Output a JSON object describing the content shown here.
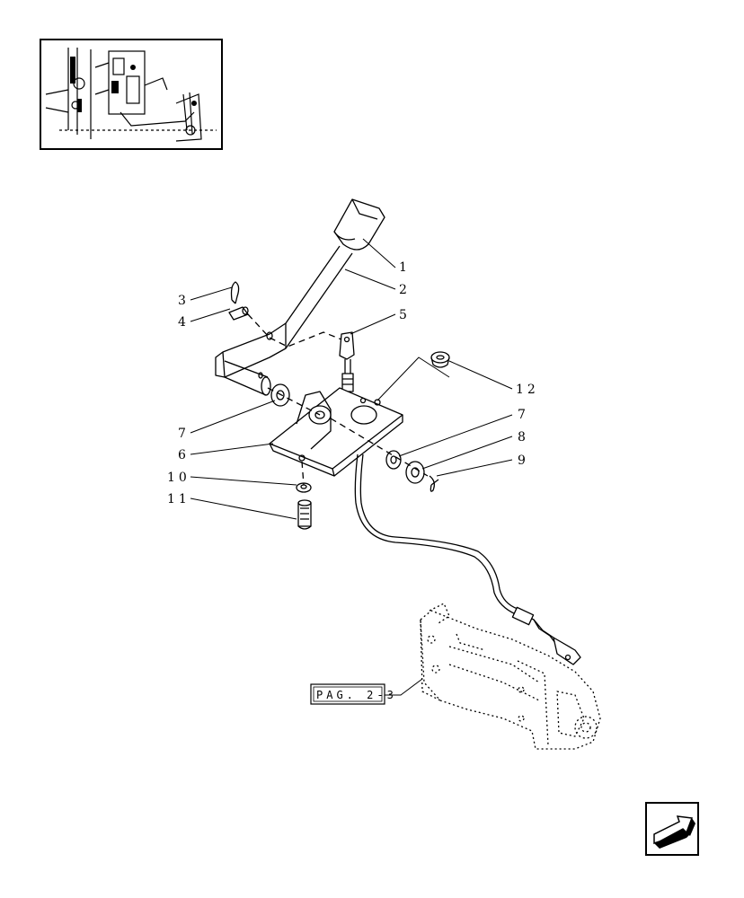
{
  "callouts": {
    "c1": "1",
    "c2": "2",
    "c3": "3",
    "c4": "4",
    "c5": "5",
    "c6": "6",
    "c7a": "7",
    "c7b": "7",
    "c8": "8",
    "c9": "9",
    "c10": "10",
    "c11": "11",
    "c12": "12"
  },
  "page_ref": "PAG. 2-3",
  "icons": {
    "nav": "back-arrow-icon"
  }
}
